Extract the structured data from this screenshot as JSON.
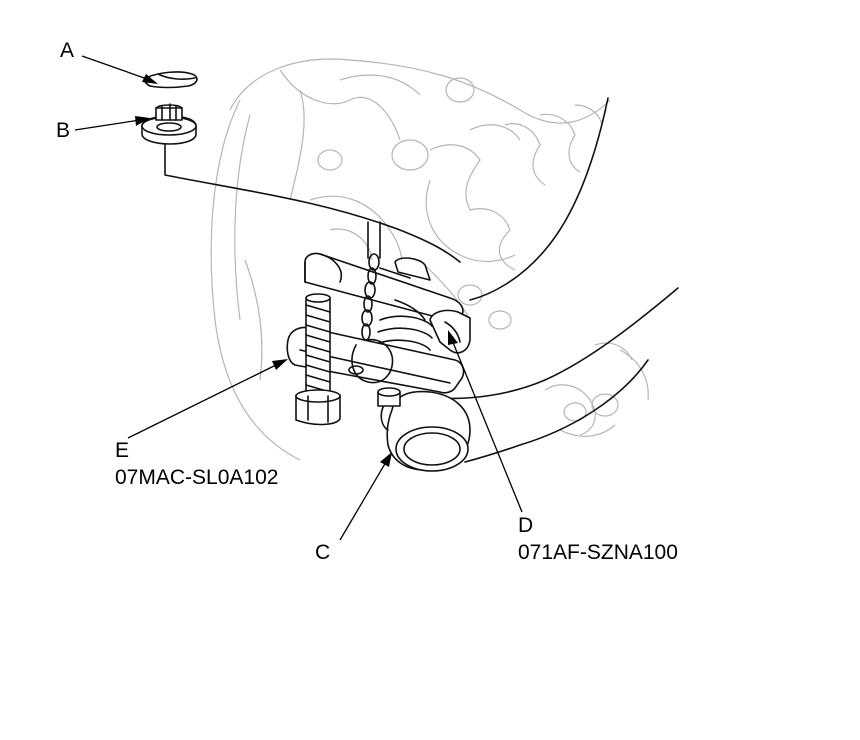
{
  "callouts": {
    "a": {
      "letter": "A"
    },
    "b": {
      "letter": "B"
    },
    "c": {
      "letter": "C"
    },
    "d": {
      "letter": "D",
      "tool_number": "071AF-SZNA100"
    },
    "e": {
      "letter": "E",
      "tool_number": "07MAC-SL0A102"
    }
  }
}
